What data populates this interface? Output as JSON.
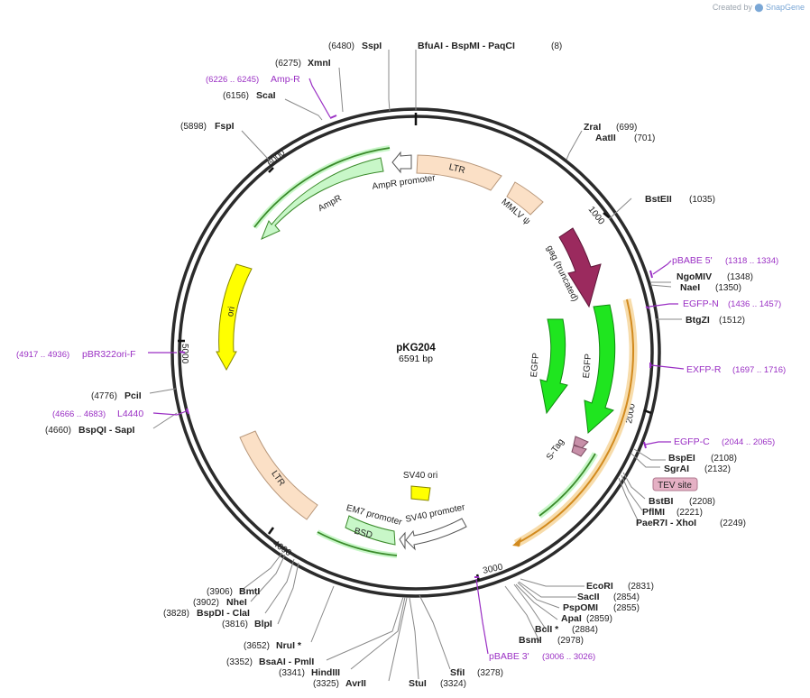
{
  "credit": {
    "prefix": "Created by",
    "brand": "SnapGene"
  },
  "plasmid": {
    "name": "pKG204",
    "size": "6591 bp"
  },
  "ticks": [
    "1000",
    "2000",
    "3000",
    "4000",
    "5000",
    "6000"
  ],
  "features": {
    "ltr1": "LTR",
    "mmlv": "MMLV ψ",
    "gag": "gag (truncated)",
    "egfp1": "EGFP",
    "egfp2": "EGFP",
    "stag": "S-Tag",
    "tev": "TEV site",
    "sv40ori": "SV40 ori",
    "sv40prom": "SV40 promoter",
    "em7": "EM7 promoter",
    "bsd": "BSD",
    "ltr2": "LTR",
    "ori": "ori",
    "ampr": "AmpR",
    "ampprom": "AmpR promoter"
  },
  "sites_top": [
    {
      "pos": "(6480)",
      "name": "SspI"
    },
    {
      "pos": "(8)",
      "name": "BfuAI  - BspMI  - PaqCI"
    },
    {
      "pos": "(6275)",
      "name": "XmnI"
    },
    {
      "pos": "(6156)",
      "name": "ScaI"
    },
    {
      "pos": "(5898)",
      "name": "FspI"
    }
  ],
  "sites_right": [
    {
      "name": "ZraI",
      "pos": "(699)"
    },
    {
      "name": "AatII",
      "pos": "(701)"
    },
    {
      "name": "BstEII",
      "pos": "(1035)"
    },
    {
      "name": "NgoMIV",
      "pos": "(1348)"
    },
    {
      "name": "NaeI",
      "pos": "(1350)"
    },
    {
      "name": "BtgZI",
      "pos": "(1512)"
    },
    {
      "name": "BspEI",
      "pos": "(2108)"
    },
    {
      "name": "SgrAI",
      "pos": "(2132)"
    },
    {
      "name": "BstBI",
      "pos": "(2208)"
    },
    {
      "name": "PflMI",
      "pos": "(2221)"
    },
    {
      "name": "PaeR7I  - XhoI",
      "pos": "(2249)"
    }
  ],
  "sites_bottom_right": [
    {
      "name": "EcoRI",
      "pos": "(2831)"
    },
    {
      "name": "SacII",
      "pos": "(2854)"
    },
    {
      "name": "PspOMI",
      "pos": "(2855)"
    },
    {
      "name": "ApaI",
      "pos": "(2859)"
    },
    {
      "name": "BclI *",
      "pos": "(2884)"
    },
    {
      "name": "BsmI",
      "pos": "(2978)"
    }
  ],
  "sites_bottom": [
    {
      "pos": "(3278)",
      "name": "SfiI"
    },
    {
      "name": "StuI",
      "pos": "(3324)"
    },
    {
      "pos": "(3325)",
      "name": "AvrII"
    },
    {
      "pos": "(3341)",
      "name": "HindIII"
    },
    {
      "pos": "(3352)",
      "name": "BsaAI  - PmlI"
    },
    {
      "pos": "(3652)",
      "name": "NruI *"
    }
  ],
  "sites_left": [
    {
      "pos": "(3906)",
      "name": "BmtI"
    },
    {
      "pos": "(3902)",
      "name": "NheI"
    },
    {
      "pos": "(3828)",
      "name": "BspDI  - ClaI"
    },
    {
      "pos": "(3816)",
      "name": "BlpI"
    },
    {
      "pos": "(4776)",
      "name": "PciI"
    },
    {
      "pos": "(4660)",
      "name": "BspQI  - SapI"
    }
  ],
  "primers": [
    {
      "name": "Amp-R",
      "range": "(6226 .. 6245)"
    },
    {
      "name": "pBABE 5'",
      "range": "(1318 .. 1334)"
    },
    {
      "name": "EGFP-N",
      "range": "(1436 .. 1457)"
    },
    {
      "name": "EXFP-R",
      "range": "(1697 .. 1716)"
    },
    {
      "name": "EGFP-C",
      "range": "(2044 .. 2065)"
    },
    {
      "name": "pBABE 3'",
      "range": "(3006 .. 3026)"
    },
    {
      "name": "pBR322ori-F",
      "range": "(4917 .. 4936)"
    },
    {
      "name": "L4440",
      "range": "(4666 .. 4683)"
    }
  ],
  "colors": {
    "backbone": "#2b2b2b",
    "ltr": "#fbe0c6",
    "gag": "#9b2a5e",
    "egfp": "#1fe51f",
    "ori": "#ffff00",
    "ampr": "#c8f7c8",
    "primer": "#9a2fc4",
    "stag": "#c78fa8",
    "tev": "#e5b0c4",
    "orange": "#d28a1e"
  }
}
